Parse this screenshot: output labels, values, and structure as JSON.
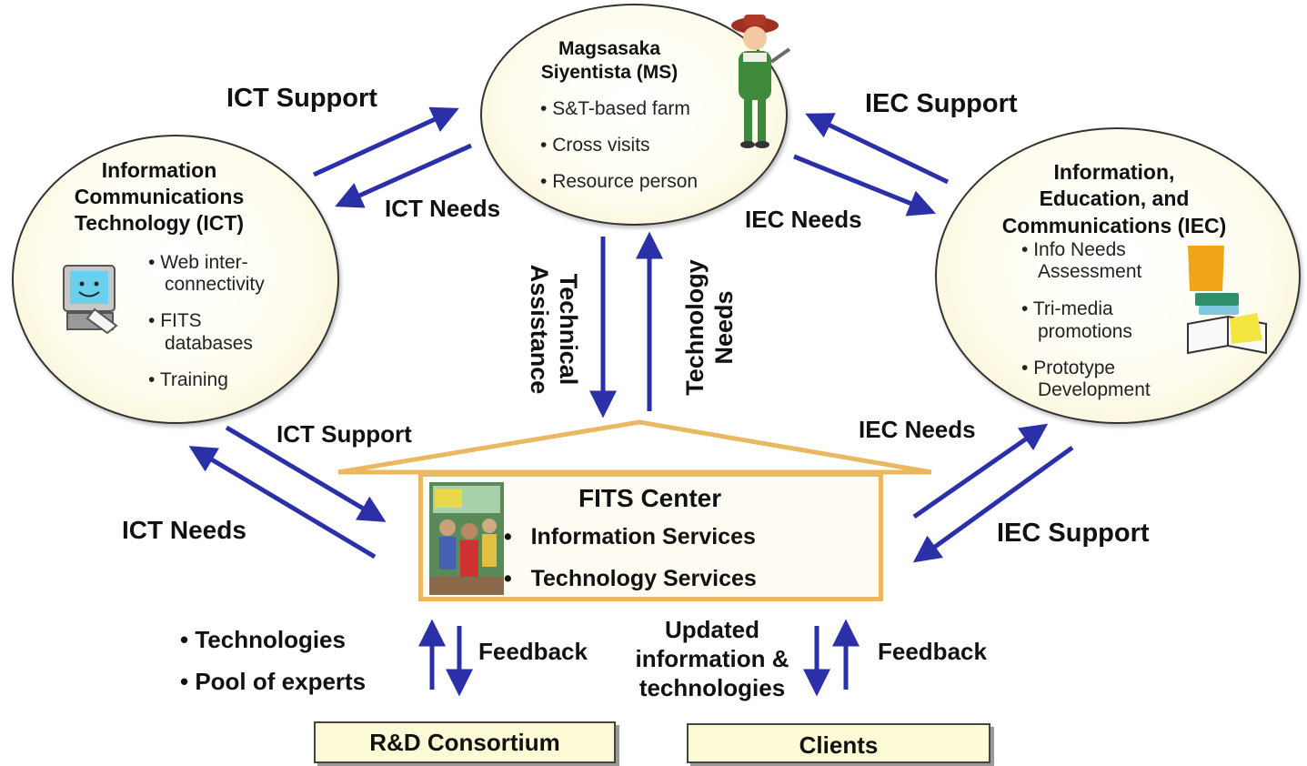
{
  "ms": {
    "title_1": "Magsasaka",
    "title_2": "Siyentista (MS)",
    "items": [
      "S&T-based farm",
      "Cross visits",
      "Resource person"
    ]
  },
  "ict": {
    "title_1": "Information",
    "title_2": "Communications",
    "title_3": "Technology (ICT)",
    "item_1a": "Web inter-",
    "item_1b": "connectivity",
    "item_2a": "FITS",
    "item_2b": "databases",
    "item_3": "Training"
  },
  "iec": {
    "title_1": "Information,",
    "title_2": "Education, and",
    "title_3": "Communications (IEC)",
    "item_1a": "Info Needs",
    "item_1b": "Assessment",
    "item_2a": "Tri-media",
    "item_2b": "promotions",
    "item_3a": "Prototype",
    "item_3b": "Development"
  },
  "fits": {
    "title": "FITS Center",
    "items": [
      "Information Services",
      "Technology Services"
    ]
  },
  "labels": {
    "ict_support_top": "ICT Support",
    "ict_needs_top": "ICT Needs",
    "iec_support_top": "IEC Support",
    "iec_needs_top": "IEC Needs",
    "technical_assistance_1": "Technical",
    "technical_assistance_2": "Assistance",
    "technology_needs_1": "Technology",
    "technology_needs_2": "Needs",
    "ict_support_bottom": "ICT Support",
    "ict_needs_bottom": "ICT Needs",
    "iec_needs_bottom": "IEC Needs",
    "iec_support_bottom": "IEC Support",
    "rd_item_1": "• Technologies",
    "rd_item_2": "• Pool of experts",
    "feedback_left": "Feedback",
    "updated_1": "Updated",
    "updated_2": "information &",
    "updated_3": "technologies",
    "feedback_right": "Feedback"
  },
  "boxes": {
    "rd": "R&D Consortium",
    "clients": "Clients"
  },
  "colors": {
    "arrow": "#2b2fa8",
    "house_outline": "#e9b860",
    "ellipse_fill": "#fffdf0",
    "box_fill": "#fdfbd6"
  },
  "icons": [
    "farmer-icon",
    "computer-icon",
    "books-icon",
    "people-photo-icon"
  ]
}
